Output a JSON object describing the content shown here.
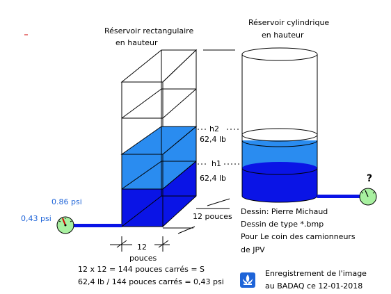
{
  "titles": {
    "rect_line1": "Réservoir rectangulaire",
    "rect_line2": "en hauteur",
    "cyl_line1": "Réservoir cylindrique",
    "cyl_line2": "en hauteur"
  },
  "labels": {
    "h2": "h2",
    "h1": "h1",
    "weight_upper": "62,4 lb",
    "weight_lower": "62,4 lb",
    "depth_dim": "12 pouces",
    "width_dim_num": "12",
    "width_dim_unit": "pouces",
    "gauge_upper": "0.86 psi",
    "gauge_lower": "0,43 psi",
    "gauge_right": "?"
  },
  "credits": {
    "line1": "Dessin: Pierre Michaud",
    "line2": "Dessin de type *.bmp",
    "line3": "Pour Le coin des camionneurs",
    "line4": "de JPV"
  },
  "formulas": {
    "line1": "12 x 12 = 144 pouces carrés    = S",
    "line2": "62,4 lb / 144 pouces carrés = 0,43 psi"
  },
  "registration": {
    "line1": "Enregistrement de l'image",
    "line2": "au BADAQ ce 12-01-2018"
  },
  "colors": {
    "water_light": "#2a8cf0",
    "water_dark": "#0a14e6",
    "gauge_fill": "#a8f0a0",
    "text_blue": "#1e64d8"
  }
}
